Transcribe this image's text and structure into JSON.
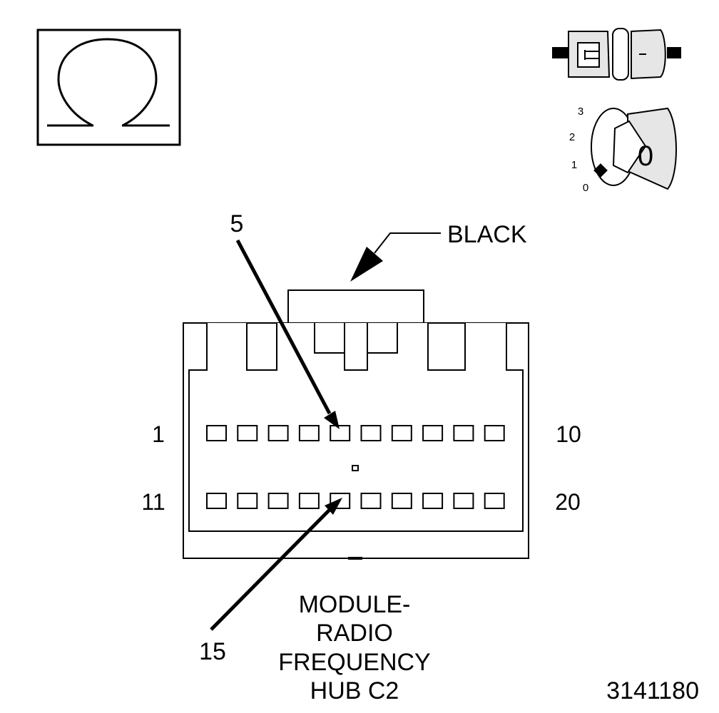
{
  "icons": {
    "ohmmeter": "omega-icon",
    "connector": "disconnect-connector-icon",
    "ignition": "ignition-key-icon"
  },
  "ignition": {
    "positions": [
      "0",
      "1",
      "2",
      "3"
    ],
    "key_label": "0"
  },
  "connector": {
    "color_label": "BLACK",
    "pin_callout_top": "5",
    "pin_callout_bottom": "15",
    "row1_start": "1",
    "row1_end": "10",
    "row2_start": "11",
    "row2_end": "20",
    "name_lines": [
      "MODULE-",
      "RADIO",
      "FREQUENCY",
      "HUB C2"
    ]
  },
  "figure_id": "3141180",
  "colors": {
    "ink": "#000000",
    "fill": "#ffffff",
    "shade": "#e6e6e6"
  }
}
